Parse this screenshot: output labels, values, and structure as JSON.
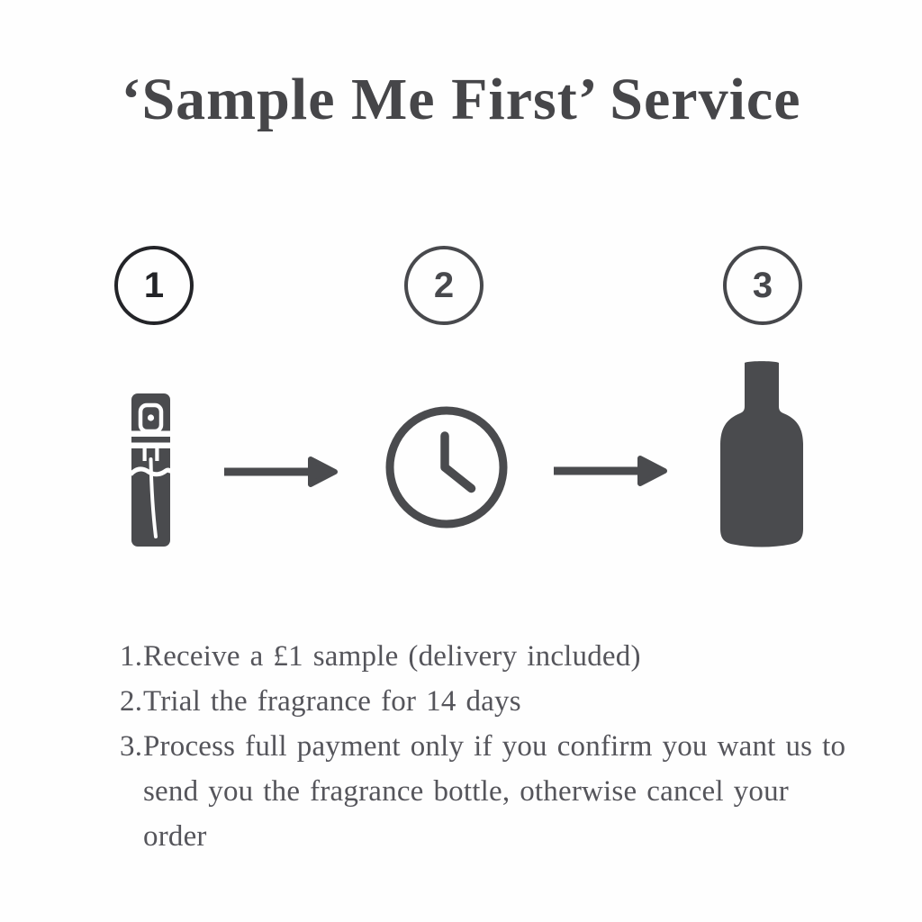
{
  "title": "‘Sample Me First’ Service",
  "steps": [
    {
      "number": "1",
      "icon": "sample-vial-icon"
    },
    {
      "number": "2",
      "icon": "clock-icon"
    },
    {
      "number": "3",
      "icon": "fragrance-bottle-icon"
    }
  ],
  "instructions": [
    {
      "marker": "1.",
      "lines": [
        "Receive a £1 sample (delivery included)",
        ""
      ]
    },
    {
      "marker": "2.",
      "lines": [
        "Trial the fragrance for 14 days",
        ""
      ]
    },
    {
      "marker": "3.",
      "lines": [
        "Process full payment only if you confirm you want us to",
        "send you the fragrance bottle, otherwise cancel your order"
      ]
    }
  ],
  "colors": {
    "background": "#fefefe",
    "title_ink": "#464649",
    "icon_ink": "#4a4b4e",
    "text_ink": "#55555b",
    "step1_ink": "#232428",
    "step23_ink": "#48494d"
  }
}
